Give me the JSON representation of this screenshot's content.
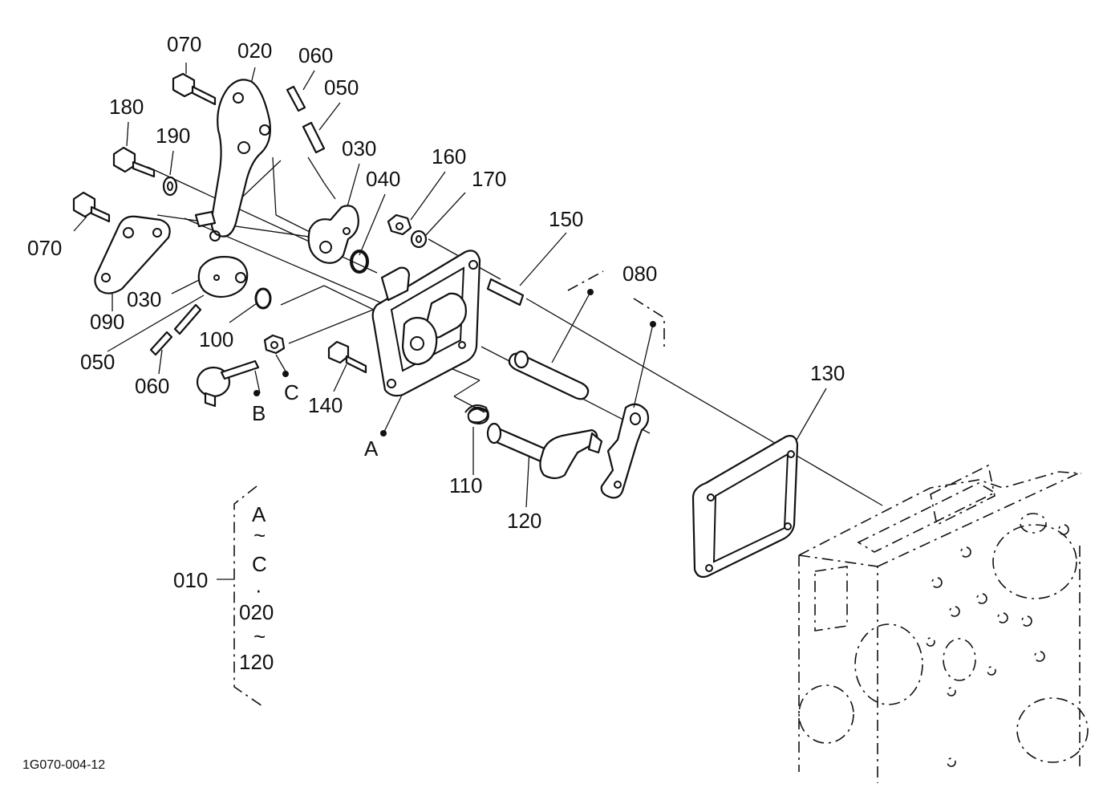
{
  "diagram": {
    "code": "1G070-004-12",
    "labels": {
      "p070a": "070",
      "p020": "020",
      "p060a": "060",
      "p050a": "050",
      "p180": "180",
      "p190": "190",
      "p030a": "030",
      "p040": "040",
      "p160": "160",
      "p170": "170",
      "p070b": "070",
      "p150": "150",
      "p080": "080",
      "p030b": "030",
      "p090": "090",
      "p100": "100",
      "p050b": "050",
      "p060b": "060",
      "pB": "B",
      "pC": "C",
      "p140": "140",
      "pA": "A",
      "p130": "130",
      "p110": "110",
      "p120": "120",
      "p010": "010"
    },
    "assembly": {
      "from": "A",
      "tilde1": "~",
      "to": "C",
      "sep": "·",
      "from2": "020",
      "tilde2": "~",
      "to2": "120"
    }
  }
}
